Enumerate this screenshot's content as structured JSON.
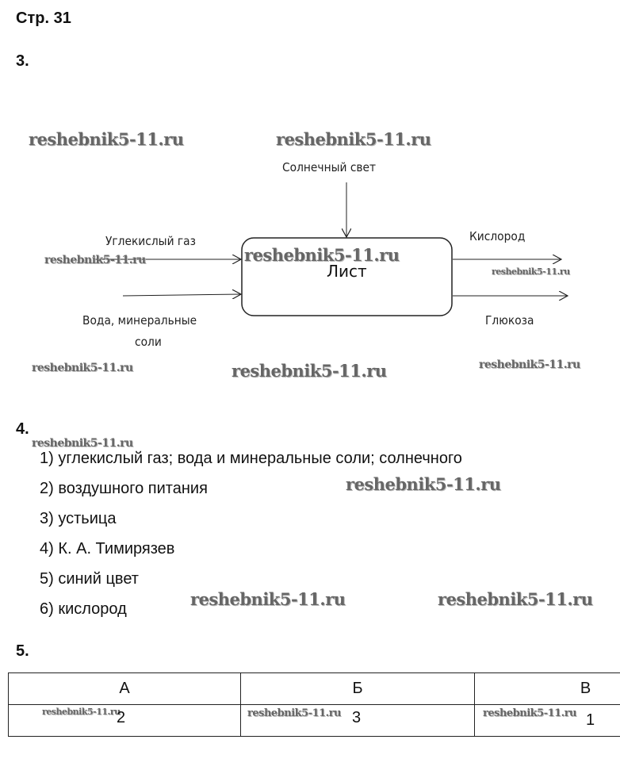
{
  "page_title": "Стр. 31",
  "watermark": "reshebnik5-11.ru",
  "task3": {
    "number": "3.",
    "center": "Лист",
    "inputs": {
      "sun": "Солнечный свет",
      "co2": "Углекислый газ",
      "water_line1": "Вода, минеральные",
      "water_line2": "соли"
    },
    "outputs": {
      "oxygen": "Кислород",
      "glucose": "Глюкоза"
    }
  },
  "task4": {
    "number": "4.",
    "answers": [
      "1) углекислый газ; вода и минеральные соли; солнечного",
      "2) воздушного питания",
      "3) устьица",
      "4) К. А. Тимирязев",
      "5) синий цвет",
      "6) кислород"
    ]
  },
  "task5": {
    "number": "5.",
    "headers": [
      "А",
      "Б",
      "В"
    ],
    "values": [
      "2",
      "3",
      "1"
    ]
  }
}
